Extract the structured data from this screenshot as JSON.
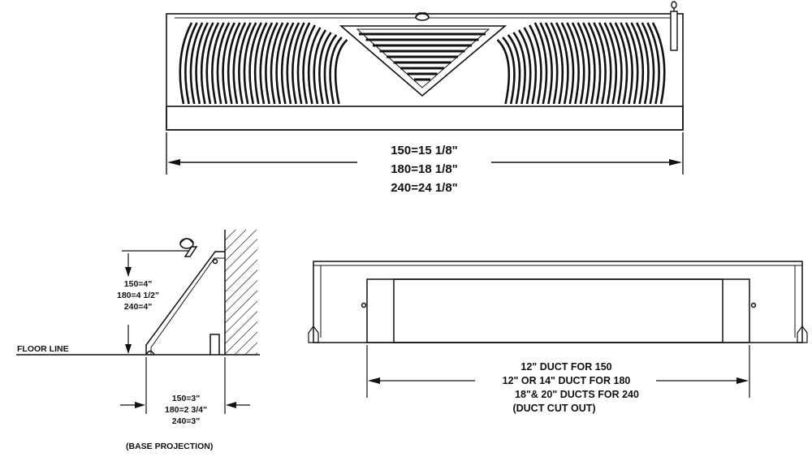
{
  "front_view": {
    "width_dimensions": [
      "150=15 1/8\"",
      "180=18 1/8\"",
      "240=24 1/8\""
    ]
  },
  "side_view": {
    "height_dimensions": [
      "150=4\"",
      "180=4 1/2\"",
      "240=4\""
    ],
    "floor_line_label": "FLOOR LINE",
    "base_dimensions": [
      "150=3\"",
      "180=2 3/4\"",
      "240=3\""
    ],
    "base_caption": "(BASE PROJECTION)"
  },
  "rear_view": {
    "duct_notes": [
      "12\" DUCT FOR 150",
      "12\" OR 14\" DUCT FOR 180",
      "18\"& 20\" DUCTS FOR 240",
      "(DUCT CUT OUT)"
    ]
  },
  "colors": {
    "line": "#111111",
    "background": "#ffffff"
  }
}
